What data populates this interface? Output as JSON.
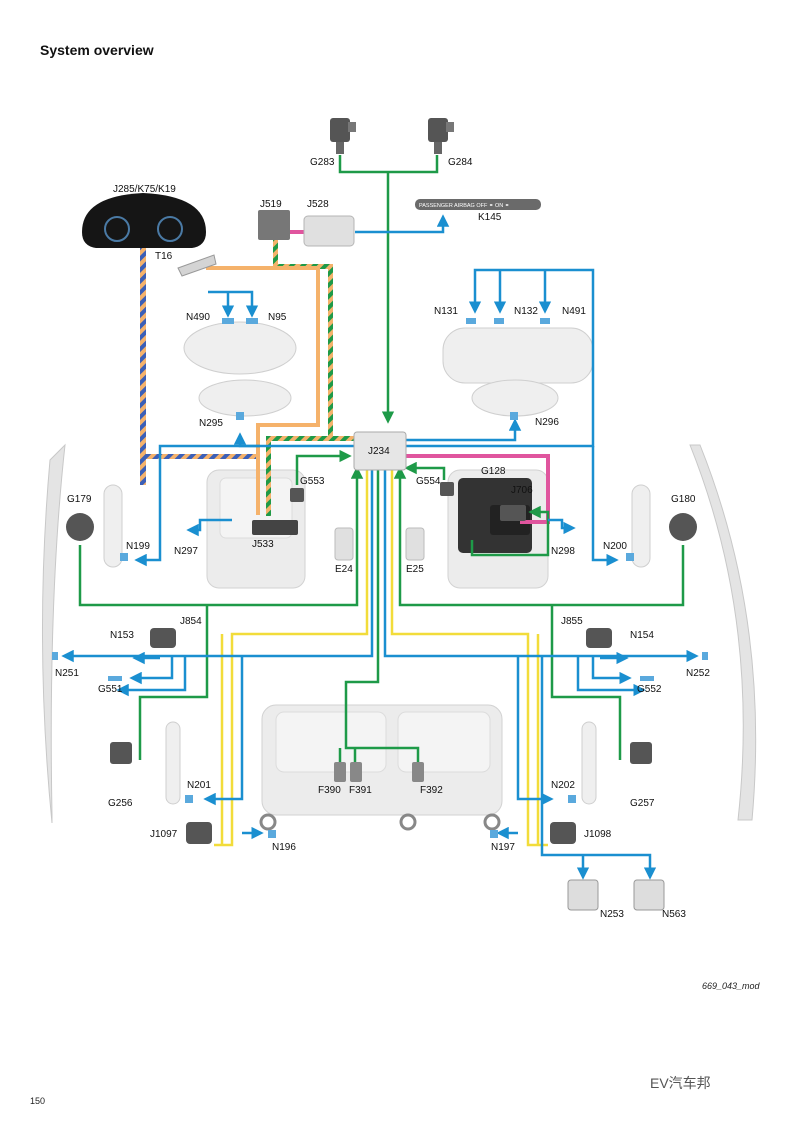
{
  "page": {
    "title": "System overview",
    "figure_id": "669_043_mod",
    "page_number": "150",
    "watermark": "EV汽车邦"
  },
  "components": {
    "g283": "G283",
    "g284": "G284",
    "j285": "J285/K75/K19",
    "t16": "T16",
    "j519": "J519",
    "j528": "J528",
    "k145_text": "PASSENGER AIRBAG OFF ⚭ ON ⚭",
    "k145": "K145",
    "n490": "N490",
    "n95": "N95",
    "n295": "N295",
    "n131": "N131",
    "n132": "N132",
    "n491": "N491",
    "n296": "N296",
    "j234": "J234",
    "g553": "G553",
    "g554": "G554",
    "g128": "G128",
    "j706": "J706",
    "g179": "G179",
    "g180": "G180",
    "n199": "N199",
    "n297": "N297",
    "j533": "J533",
    "e24": "E24",
    "e25": "E25",
    "n298": "N298",
    "n200": "N200",
    "j854": "J854",
    "j855": "J855",
    "n153": "N153",
    "n154": "N154",
    "n251": "N251",
    "n252": "N252",
    "g551": "G551",
    "g552": "G552",
    "g256": "G256",
    "g257": "G257",
    "n201": "N201",
    "n202": "N202",
    "f390": "F390",
    "f391": "F391",
    "f392": "F392",
    "j1097": "J1097",
    "j1098": "J1098",
    "n196": "N196",
    "n197": "N197",
    "n253": "N253",
    "n563": "N563"
  },
  "colors": {
    "blue": "#1a8fd0",
    "green": "#1e9a48",
    "yellow": "#f2dc3a",
    "orange": "#f5b26b",
    "magenta": "#e0559e",
    "can_blue": "#3b5fb8"
  }
}
